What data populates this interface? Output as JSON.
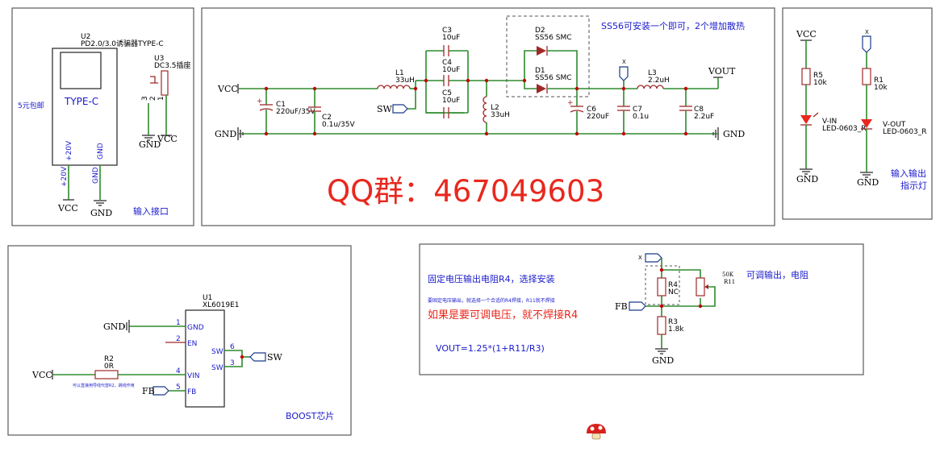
{
  "qq": "QQ群：467049603",
  "panels": {
    "input": {
      "u2_ref": "U2",
      "u2_val": "PD2.0/3.0诱骗器TYPE-C",
      "u2_body": "TYPE-C",
      "u3_ref": "U3",
      "u3_val": "DC3.5插座",
      "pin_20v": "+20V",
      "pin_gnd": "GND",
      "net_20v": "+20V",
      "net_gnd": "GND",
      "note_left": "5元包邮",
      "vcc": "VCC",
      "gnd": "GND",
      "gnd2": "GND",
      "vcc2": "VCC",
      "caption": "输入接口",
      "pin3": "3",
      "pin2": "2",
      "pin1": "1"
    },
    "power": {
      "note": "SS56可安装一个即可，2个增加散热",
      "vcc": "VCC",
      "gnd_left": "GND",
      "gnd_right": "GND",
      "vout": "VOUT",
      "sw": "SW",
      "x": "X",
      "c1_ref": "C1",
      "c1_val": "220uF/35V",
      "c2_ref": "C2",
      "c2_val": "0.1u/35V",
      "l1_ref": "L1",
      "l1_val": "33uH",
      "c3_ref": "C3",
      "c3_val": "10uF",
      "c4_ref": "C4",
      "c4_val": "10uF",
      "c5_ref": "C5",
      "c5_val": "10uF",
      "l2_ref": "L2",
      "l2_val": "33uH",
      "d2_ref": "D2",
      "d2_val": "SS56 SMC",
      "d1_ref": "D1",
      "d1_val": "SS56 SMC",
      "c6_ref": "C6",
      "c6_val": "220uF",
      "c7_ref": "C7",
      "c7_val": "0.1u",
      "l3_ref": "L3",
      "l3_val": "2.2uH",
      "c8_ref": "C8",
      "c8_val": "2.2uF"
    },
    "indicator": {
      "vcc": "VCC",
      "x": "X",
      "r5_ref": "R5",
      "r5_val": "10k",
      "r1_ref": "R1",
      "r1_val": "10k",
      "led1_ref": "V-IN",
      "led1_val": "LED-0603_R",
      "led2_ref": "V-OUT",
      "led2_val": "LED-0603_R",
      "gnd1": "GND",
      "gnd2": "GND",
      "caption1": "输入输出",
      "caption2": "指示灯"
    },
    "boost": {
      "u1_ref": "U1",
      "u1_val": "XL6019E1",
      "gnd": "GND",
      "vcc": "VCC",
      "fb": "FB",
      "sw": "SW",
      "r2_ref": "R2",
      "r2_val": "0R",
      "r2_note": "可以直接用导线代替R2，跳线作用",
      "pins": [
        {
          "num": "1",
          "name": "GND"
        },
        {
          "num": "2",
          "name": "EN"
        },
        {
          "num": "4",
          "name": "VIN"
        },
        {
          "num": "5",
          "name": "FB"
        },
        {
          "num": "6",
          "name": "SW"
        },
        {
          "num": "3",
          "name": "SW"
        }
      ],
      "caption": "BOOST芯片"
    },
    "feedback": {
      "title": "固定电压输出电阻R4，选择安装",
      "small_note": "要固定电压输出，就选择一个合适的R4焊接，R11就不焊接",
      "red_note": "如果是要可调电压，就不焊接R4",
      "formula": "VOUT=1.25*(1+R11/R3)",
      "adj_note": "可调输出，电阻",
      "x": "X",
      "fb": "FB",
      "gnd": "GND",
      "r4_ref": "R4",
      "r4_val": "NC",
      "r3_ref": "R3",
      "r3_val": "1.8k",
      "r11_val": "50K",
      "r11_ref": "R11"
    }
  }
}
